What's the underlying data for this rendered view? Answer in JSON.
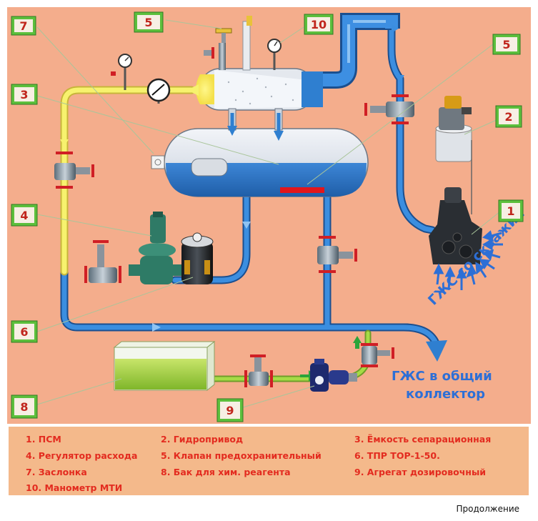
{
  "callouts": [
    {
      "id": "c7",
      "text": "7"
    },
    {
      "id": "c5a",
      "text": "5"
    },
    {
      "id": "c10",
      "text": "10"
    },
    {
      "id": "c5b",
      "text": "5"
    },
    {
      "id": "c3",
      "text": "3"
    },
    {
      "id": "c2",
      "text": "2"
    },
    {
      "id": "c4",
      "text": "4"
    },
    {
      "id": "c1",
      "text": "1"
    },
    {
      "id": "c6",
      "text": "6"
    },
    {
      "id": "c8",
      "text": "8"
    },
    {
      "id": "c9",
      "text": "9"
    }
  ],
  "labels": {
    "gzhs_from_wells": "ГЖС со скважин",
    "gzhs_to_collector_line1": "ГЖС в общий",
    "gzhs_to_collector_line2": "коллектор"
  },
  "legend": [
    "1. ПСМ",
    "2. Гидропривод",
    "3. Ёмкость сепарационная",
    "4. Регулятор расхода",
    "5. Клапан предохранительный",
    "6. ТПР ТОР-1-50.",
    "7. Заслонка",
    "8. Бак для хим. реагента",
    "9. Агрегат дозировочный",
    "10. Манометр МТИ"
  ],
  "footer": "Продолжение",
  "colors": {
    "background": "#f4ad8c",
    "callout_fill": "#5cbf3c",
    "callout_text": "#c0261c",
    "pipe_blue": "#2f7fd0",
    "pipe_yellow": "#f6f06a",
    "pipe_green": "#9bd33e",
    "valve_red": "#d01f25",
    "liquid_blue": "#2f74c9",
    "legend_text": "#e32b1f"
  }
}
